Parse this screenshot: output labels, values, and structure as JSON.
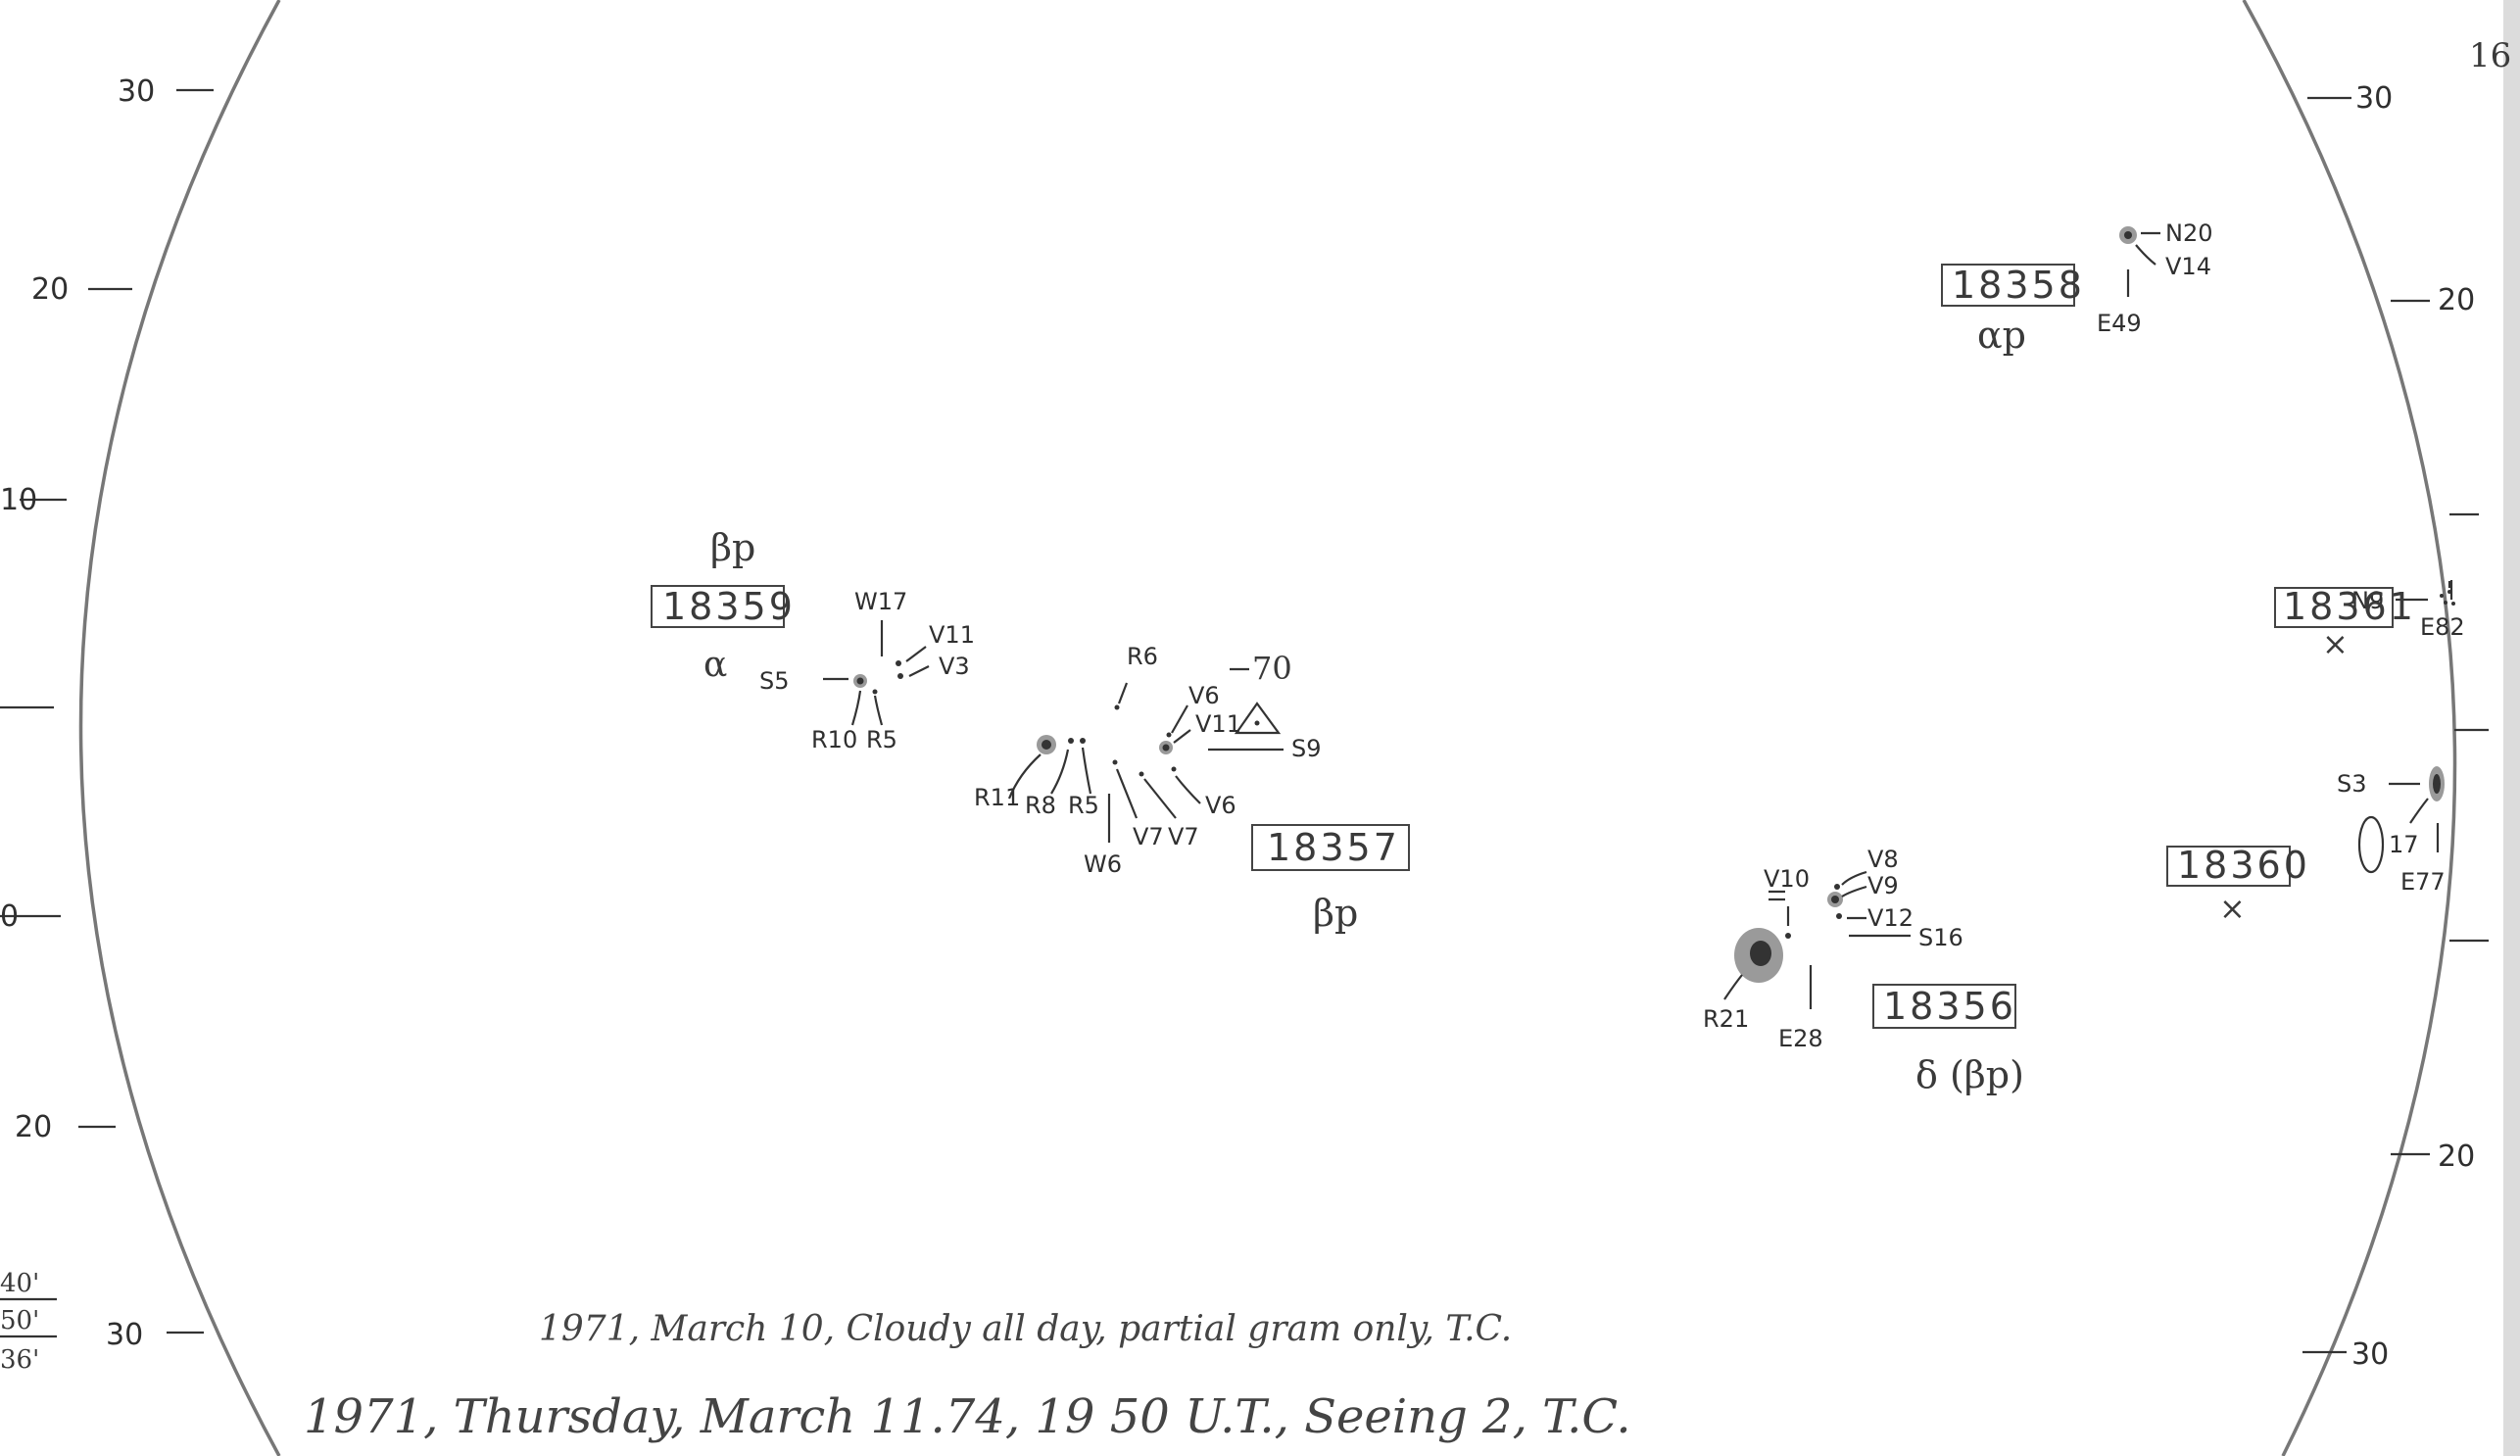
{
  "sheet": {
    "page_number": "16",
    "bottom_note_1": "1971, March 10, Cloudy all day, partial gram only, T.C.",
    "bottom_note_2": "1971, Thursday, March 11.74, 19 50 U.T., Seeing 2, T.C.",
    "left_margin_notes": [
      "40'",
      "50'",
      "36'"
    ]
  },
  "scale": {
    "left": [
      "30",
      "20",
      "10",
      "0",
      "20",
      "30"
    ],
    "right": [
      "30",
      "20",
      "20",
      "30"
    ]
  },
  "regions": [
    {
      "number": "18359",
      "class_above": "βp",
      "class_below": "α"
    },
    {
      "number": "18357",
      "class_below": "βp"
    },
    {
      "number": "18358",
      "class_below": "αp"
    },
    {
      "number": "18356",
      "class_below": "δ (βp)"
    },
    {
      "number": "18361",
      "class_below": "×"
    },
    {
      "number": "18360",
      "class_below": "×"
    }
  ],
  "annotations": {
    "g18359": [
      "W17",
      "V11",
      "V3",
      "S5",
      "R10",
      "R5"
    ],
    "g18357": [
      "R6",
      "V6",
      "V11",
      "70",
      "S9",
      "R11",
      "R8",
      "R5",
      "W6",
      "V7",
      "V7",
      "V6"
    ],
    "g18358": [
      "N20",
      "V14",
      "E49"
    ],
    "g18356": [
      "V10",
      "V8",
      "V9",
      "V12",
      "S16",
      "R21",
      "E28"
    ],
    "g18361": [
      "N9",
      "E82"
    ],
    "g18360": [
      "S3",
      "E77",
      "17"
    ]
  },
  "colors": {
    "ink": "#333333",
    "paper": "#ffffff",
    "penumbra": "#9a9a9a"
  }
}
